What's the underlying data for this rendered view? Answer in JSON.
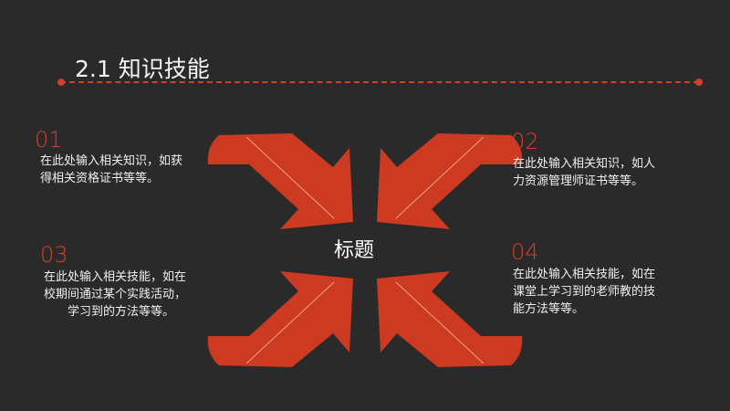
{
  "title": "2.1 知识技能",
  "center_label": "标题",
  "accent_color": "#d0402a",
  "items": [
    {
      "number": "01",
      "lines": [
        "在此处输入相关知识，如获",
        "得相关资格证书等等。"
      ]
    },
    {
      "number": "02",
      "lines": [
        "在此处输入相关知识，如人",
        "力资源管理师证书等等。"
      ]
    },
    {
      "number": "03",
      "lines": [
        "在此处输入相关技能，如在",
        "校期间通过某个实践活动，",
        "学习到的方法等等。"
      ]
    },
    {
      "number": "04",
      "lines": [
        "在此处输入相关技能，如在",
        "课堂上学习到的老师教的技",
        "能方法等等。"
      ]
    }
  ]
}
